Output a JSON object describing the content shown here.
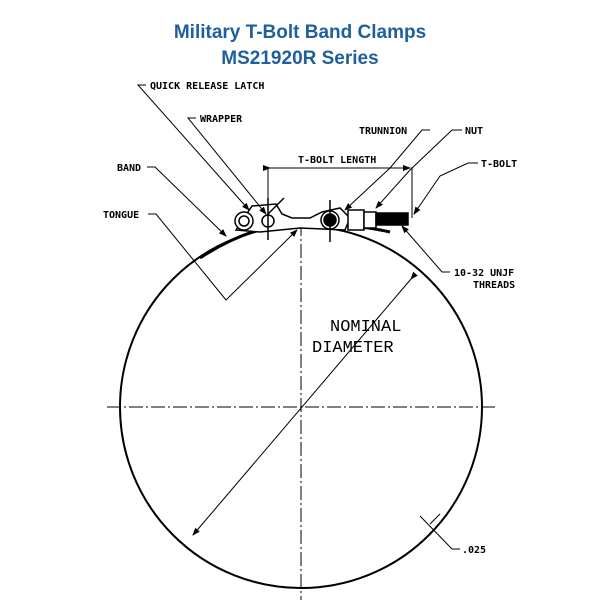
{
  "title_line1": "Military T-Bolt Band Clamps",
  "title_line2": "MS21920R Series",
  "labels": {
    "quick_release_latch": "QUICK RELEASE LATCH",
    "wrapper": "WRAPPER",
    "band": "BAND",
    "tongue": "TONGUE",
    "trunnion": "TRUNNION",
    "nut": "NUT",
    "t_bolt": "T-BOLT",
    "t_bolt_length": "T-BOLT LENGTH",
    "threads_line1": "10-32 UNJF",
    "threads_line2": "THREADS",
    "nominal": "NOMINAL",
    "diameter": "DIAMETER",
    "thickness": ".025"
  },
  "colors": {
    "title": "#1f5f9e"
  }
}
